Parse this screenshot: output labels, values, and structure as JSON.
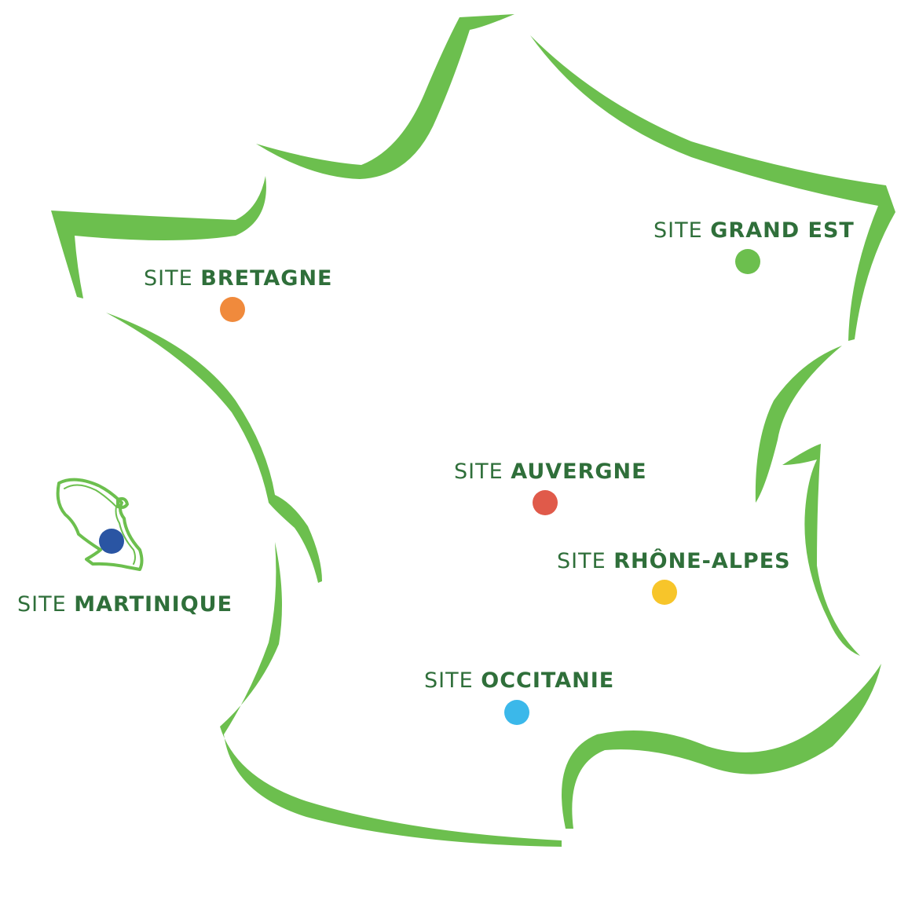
{
  "colors": {
    "outline": "#6cbf4e",
    "label_text": "#2f6f3a"
  },
  "sites": [
    {
      "id": "bretagne",
      "prefix": "SITE",
      "name": "BRETAGNE",
      "dot_color": "#f08a3c"
    },
    {
      "id": "grand-est",
      "prefix": "SITE",
      "name": "GRAND EST",
      "dot_color": "#6cbf4e"
    },
    {
      "id": "auvergne",
      "prefix": "SITE",
      "name": "AUVERGNE",
      "dot_color": "#e05a4a"
    },
    {
      "id": "rhone-alpes",
      "prefix": "SITE",
      "name": "RHÔNE-ALPES",
      "dot_color": "#f7c52a"
    },
    {
      "id": "occitanie",
      "prefix": "SITE",
      "name": "OCCITANIE",
      "dot_color": "#3bb8ea"
    },
    {
      "id": "martinique",
      "prefix": "SITE",
      "name": "MARTINIQUE",
      "dot_color": "#2a55a3"
    }
  ]
}
